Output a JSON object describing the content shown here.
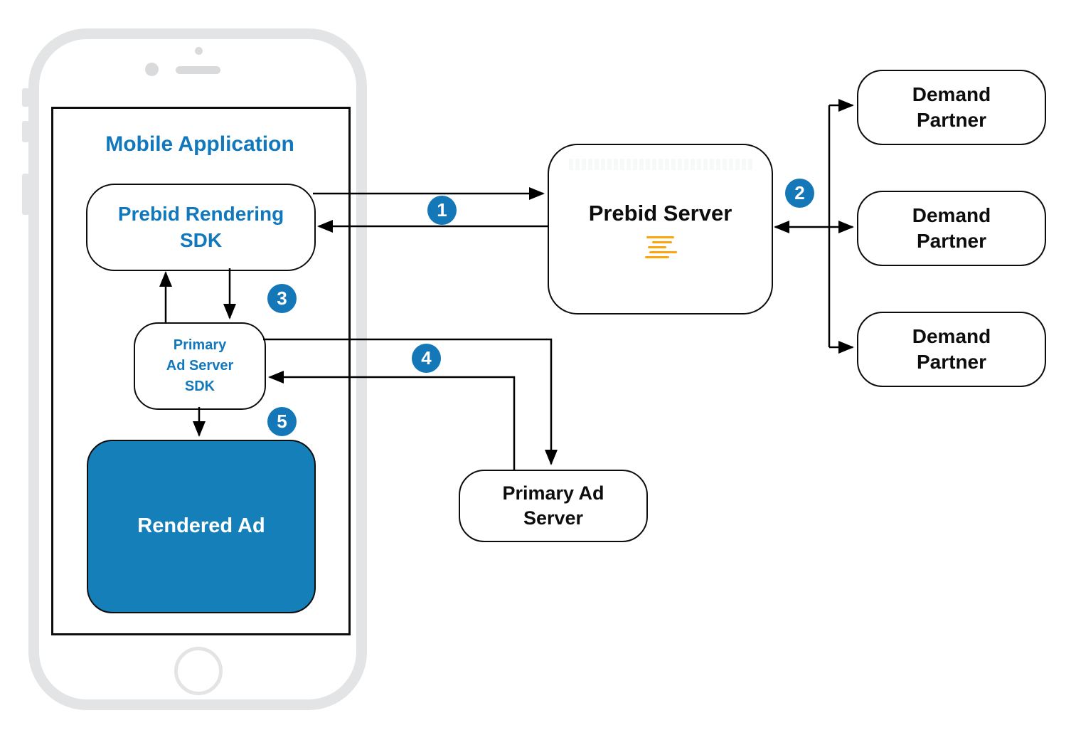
{
  "mobile_app": {
    "title": "Mobile Application"
  },
  "nodes": {
    "prebid_rendering_sdk": {
      "label": "Prebid Rendering\nSDK"
    },
    "primary_ad_server_sdk": {
      "label": "Primary\nAd Server\nSDK"
    },
    "rendered_ad": {
      "label": "Rendered Ad"
    },
    "prebid_server": {
      "label": "Prebid Server"
    },
    "primary_ad_server": {
      "label": "Primary Ad\nServer"
    },
    "demand_partners": [
      {
        "label": "Demand\nPartner"
      },
      {
        "label": "Demand\nPartner"
      },
      {
        "label": "Demand\nPartner"
      }
    ]
  },
  "steps": [
    {
      "n": "1"
    },
    {
      "n": "2"
    },
    {
      "n": "3"
    },
    {
      "n": "4"
    },
    {
      "n": "5"
    }
  ],
  "icons": {
    "prebid_server_logo": "prebid-lines-logo"
  },
  "colors": {
    "accent_blue_fill": "#147FB8",
    "accent_blue_text": "#1278BE",
    "logo_orange": "#FFA40B",
    "line_black": "#000000",
    "phone_gray": "#E2E4E5"
  }
}
